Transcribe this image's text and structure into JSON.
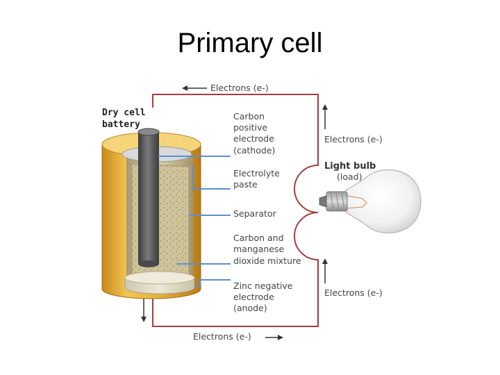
{
  "title": "Primary cell",
  "battery_title": [
    "Dry cell",
    "battery"
  ],
  "flow_label": "Electrons (e-)",
  "parts": [
    {
      "id": "cathode",
      "lines": [
        "Carbon",
        "positive",
        "electrode",
        "(cathode)"
      ]
    },
    {
      "id": "electrolyte",
      "lines": [
        "Electrolyte",
        "paste"
      ]
    },
    {
      "id": "separator",
      "lines": [
        "Separator"
      ]
    },
    {
      "id": "mixture",
      "lines": [
        "Carbon and",
        "manganese",
        "dioxide mixture"
      ]
    },
    {
      "id": "anode",
      "lines": [
        "Zinc negative",
        "electrode",
        "(anode)"
      ]
    }
  ],
  "bulb": {
    "title": "Light bulb",
    "subtitle": "(load)"
  },
  "colors": {
    "wire": "#a83c3c",
    "callout": "#5b8fd0",
    "zinc_casing": "#e3b03d",
    "carbon_rod": "#555555",
    "arrow": "#333333"
  }
}
